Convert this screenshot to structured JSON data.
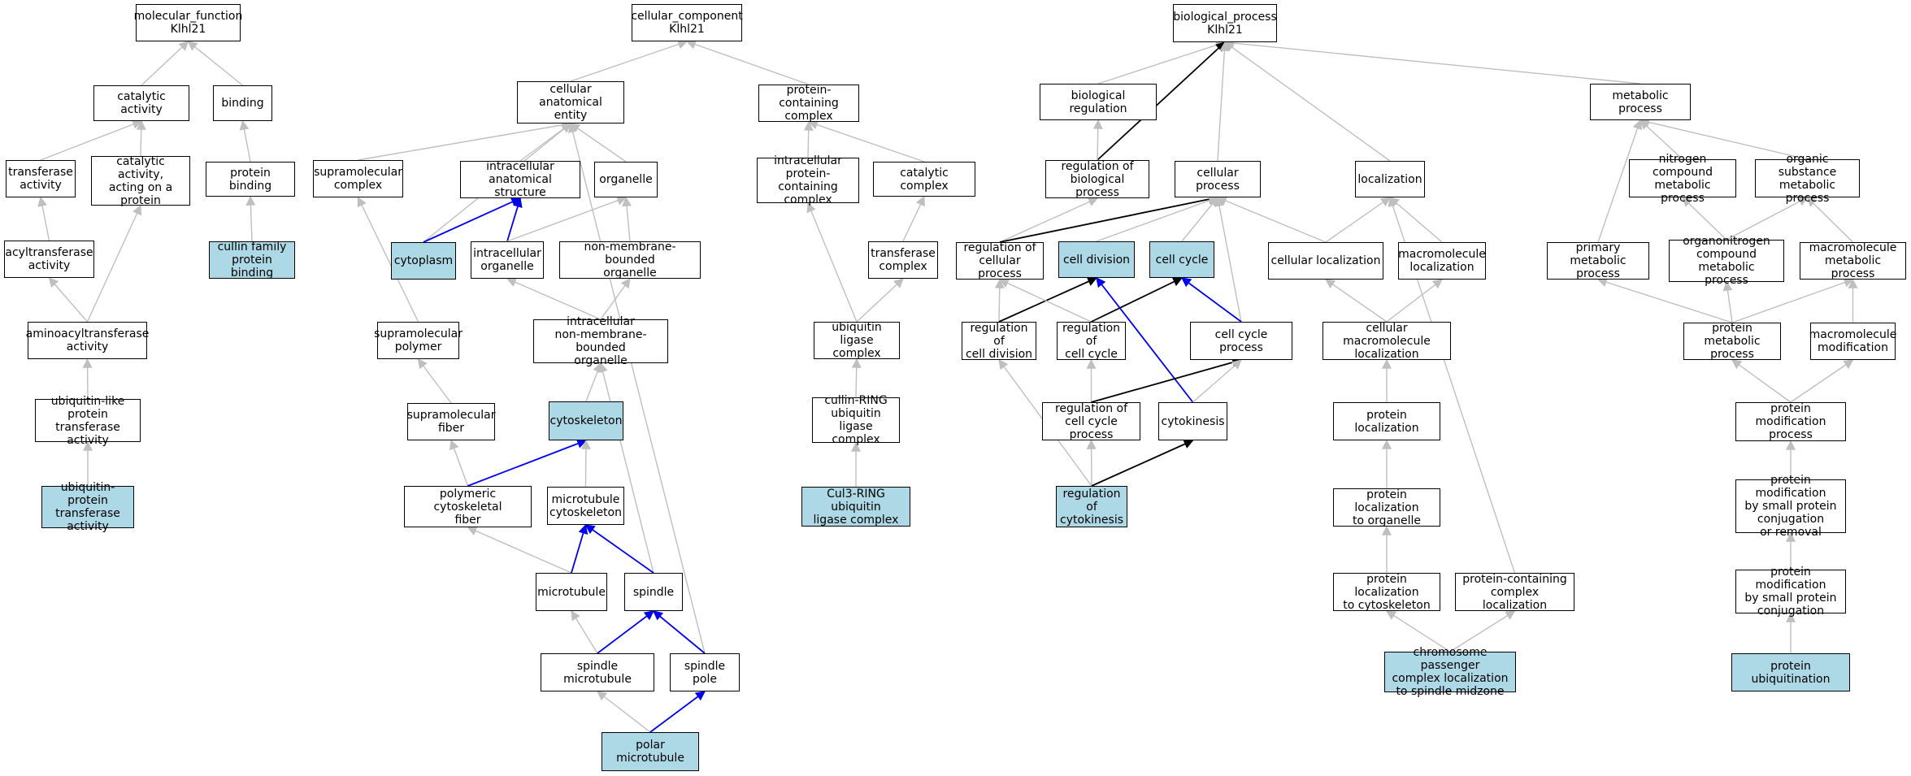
{
  "colors": {
    "highlight": "#add8e6",
    "edge_gray": "#bfbfbf",
    "edge_blue": "#0000ee",
    "edge_black": "#000000"
  },
  "nodes": {
    "mf_root": {
      "label": "molecular_function\nKlhl21",
      "hl": false
    },
    "catalytic": {
      "label": "catalytic activity",
      "hl": false
    },
    "binding": {
      "label": "binding",
      "hl": false
    },
    "transferase": {
      "label": "transferase\nactivity",
      "hl": false
    },
    "cat_protein": {
      "label": "catalytic activity,\nacting on a\nprotein",
      "hl": false
    },
    "protein_binding": {
      "label": "protein binding",
      "hl": false
    },
    "acyltransferase": {
      "label": "acyltransferase\nactivity",
      "hl": false
    },
    "cullin_binding": {
      "label": "cullin family\nprotein binding",
      "hl": true
    },
    "aminoacyl": {
      "label": "aminoacyltransferase\nactivity",
      "hl": false
    },
    "ubl_transferase": {
      "label": "ubiquitin-like\nprotein transferase\nactivity",
      "hl": false
    },
    "ub_transferase": {
      "label": "ubiquitin-protein\ntransferase\nactivity",
      "hl": true
    },
    "cc_root": {
      "label": "cellular_component\nKlhl21",
      "hl": false
    },
    "anat_entity": {
      "label": "cellular anatomical\nentity",
      "hl": false
    },
    "prot_complex": {
      "label": "protein-containing\ncomplex",
      "hl": false
    },
    "supramol_complex": {
      "label": "supramolecular\ncomplex",
      "hl": false
    },
    "intra_anat": {
      "label": "intracellular\nanatomical structure",
      "hl": false
    },
    "organelle": {
      "label": "organelle",
      "hl": false
    },
    "intra_prot_complex": {
      "label": "intracellular\nprotein-containing\ncomplex",
      "hl": false
    },
    "catalytic_complex": {
      "label": "catalytic complex",
      "hl": false
    },
    "cytoplasm": {
      "label": "cytoplasm",
      "hl": true
    },
    "intra_organelle": {
      "label": "intracellular\norganelle",
      "hl": false
    },
    "nmb_organelle": {
      "label": "non-membrane-bounded\norganelle",
      "hl": false
    },
    "transferase_complex": {
      "label": "transferase\ncomplex",
      "hl": false
    },
    "supramol_polymer": {
      "label": "supramolecular\npolymer",
      "hl": false
    },
    "intra_nmb_organelle": {
      "label": "intracellular\nnon-membrane-bounded\norganelle",
      "hl": false
    },
    "ub_ligase_complex": {
      "label": "ubiquitin ligase\ncomplex",
      "hl": false
    },
    "supramol_fiber": {
      "label": "supramolecular\nfiber",
      "hl": false
    },
    "cytoskeleton": {
      "label": "cytoskeleton",
      "hl": true
    },
    "crl_complex": {
      "label": "cullin-RING\nubiquitin ligase\ncomplex",
      "hl": false
    },
    "poly_cyto_fiber": {
      "label": "polymeric cytoskeletal\nfiber",
      "hl": false
    },
    "mt_cytoskeleton": {
      "label": "microtubule\ncytoskeleton",
      "hl": false
    },
    "cul3_complex": {
      "label": "Cul3-RING ubiquitin\nligase complex",
      "hl": true
    },
    "microtubule": {
      "label": "microtubule",
      "hl": false
    },
    "spindle": {
      "label": "spindle",
      "hl": false
    },
    "spindle_mt": {
      "label": "spindle microtubule",
      "hl": false
    },
    "spindle_pole": {
      "label": "spindle pole",
      "hl": false
    },
    "polar_mt": {
      "label": "polar microtubule",
      "hl": true
    },
    "bp_root": {
      "label": "biological_process\nKlhl21",
      "hl": false
    },
    "bio_reg": {
      "label": "biological regulation",
      "hl": false
    },
    "metabolic": {
      "label": "metabolic process",
      "hl": false
    },
    "reg_bio_process": {
      "label": "regulation of\nbiological process",
      "hl": false
    },
    "cellular_process": {
      "label": "cellular process",
      "hl": false
    },
    "localization": {
      "label": "localization",
      "hl": false
    },
    "n_compound_met": {
      "label": "nitrogen compound\nmetabolic process",
      "hl": false
    },
    "organic_met": {
      "label": "organic substance\nmetabolic process",
      "hl": false
    },
    "reg_cellular_process": {
      "label": "regulation of\ncellular process",
      "hl": false
    },
    "cell_division": {
      "label": "cell division",
      "hl": true
    },
    "cell_cycle": {
      "label": "cell cycle",
      "hl": true
    },
    "cell_localization": {
      "label": "cellular localization",
      "hl": false
    },
    "macromol_localization": {
      "label": "macromolecule\nlocalization",
      "hl": false
    },
    "primary_met": {
      "label": "primary metabolic\nprocess",
      "hl": false
    },
    "organonitrogen_met": {
      "label": "organonitrogen\ncompound metabolic\nprocess",
      "hl": false
    },
    "macromol_met": {
      "label": "macromolecule\nmetabolic process",
      "hl": false
    },
    "reg_cell_division": {
      "label": "regulation of\ncell division",
      "hl": false
    },
    "reg_cell_cycle": {
      "label": "regulation of\ncell cycle",
      "hl": false
    },
    "cell_cycle_process": {
      "label": "cell cycle process",
      "hl": false
    },
    "cell_macromol_loc": {
      "label": "cellular macromolecule\nlocalization",
      "hl": false
    },
    "protein_met": {
      "label": "protein metabolic\nprocess",
      "hl": false
    },
    "macromol_mod": {
      "label": "macromolecule\nmodification",
      "hl": false
    },
    "reg_cc_process": {
      "label": "regulation of\ncell cycle process",
      "hl": false
    },
    "cytokinesis": {
      "label": "cytokinesis",
      "hl": false
    },
    "protein_localization": {
      "label": "protein localization",
      "hl": false
    },
    "protein_mod": {
      "label": "protein modification\nprocess",
      "hl": false
    },
    "reg_cytokinesis": {
      "label": "regulation of\ncytokinesis",
      "hl": true
    },
    "prot_loc_organelle": {
      "label": "protein localization\nto organelle",
      "hl": false
    },
    "prot_mod_small_or": {
      "label": "protein modification\nby small protein\nconjugation\nor removal",
      "hl": false
    },
    "prot_loc_cytoskel": {
      "label": "protein localization\nto cytoskeleton",
      "hl": false
    },
    "prot_complex_loc": {
      "label": "protein-containing\ncomplex localization",
      "hl": false
    },
    "prot_mod_small": {
      "label": "protein modification\nby small protein\nconjugation",
      "hl": false
    },
    "cpc_localization": {
      "label": "chromosome passenger\ncomplex localization\nto spindle midzone",
      "hl": true
    },
    "prot_ubiquitination": {
      "label": "protein ubiquitination",
      "hl": true
    }
  },
  "edges": [
    [
      "catalytic",
      "mf_root",
      "gray"
    ],
    [
      "binding",
      "mf_root",
      "gray"
    ],
    [
      "transferase",
      "catalytic",
      "gray"
    ],
    [
      "cat_protein",
      "catalytic",
      "gray"
    ],
    [
      "protein_binding",
      "binding",
      "gray"
    ],
    [
      "acyltransferase",
      "transferase",
      "gray"
    ],
    [
      "cullin_binding",
      "protein_binding",
      "gray"
    ],
    [
      "aminoacyl",
      "acyltransferase",
      "gray"
    ],
    [
      "aminoacyl",
      "cat_protein",
      "gray"
    ],
    [
      "ubl_transferase",
      "aminoacyl",
      "gray"
    ],
    [
      "ub_transferase",
      "ubl_transferase",
      "gray"
    ],
    [
      "anat_entity",
      "cc_root",
      "gray"
    ],
    [
      "prot_complex",
      "cc_root",
      "gray"
    ],
    [
      "supramol_complex",
      "anat_entity",
      "gray"
    ],
    [
      "intra_anat",
      "anat_entity",
      "gray"
    ],
    [
      "organelle",
      "anat_entity",
      "gray"
    ],
    [
      "cytoplasm",
      "anat_entity",
      "gray"
    ],
    [
      "spindle_pole",
      "anat_entity",
      "gray"
    ],
    [
      "intra_prot_complex",
      "prot_complex",
      "gray"
    ],
    [
      "catalytic_complex",
      "prot_complex",
      "gray"
    ],
    [
      "cytoplasm",
      "intra_anat",
      "blue"
    ],
    [
      "intra_organelle",
      "intra_anat",
      "blue"
    ],
    [
      "intra_organelle",
      "organelle",
      "gray"
    ],
    [
      "nmb_organelle",
      "organelle",
      "gray"
    ],
    [
      "transferase_complex",
      "catalytic_complex",
      "gray"
    ],
    [
      "supramol_polymer",
      "supramol_complex",
      "gray"
    ],
    [
      "intra_nmb_organelle",
      "intra_organelle",
      "gray"
    ],
    [
      "intra_nmb_organelle",
      "nmb_organelle",
      "gray"
    ],
    [
      "ub_ligase_complex",
      "intra_prot_complex",
      "gray"
    ],
    [
      "ub_ligase_complex",
      "transferase_complex",
      "gray"
    ],
    [
      "supramol_fiber",
      "supramol_polymer",
      "gray"
    ],
    [
      "cytoskeleton",
      "intra_nmb_organelle",
      "gray"
    ],
    [
      "spindle",
      "intra_nmb_organelle",
      "gray"
    ],
    [
      "crl_complex",
      "ub_ligase_complex",
      "gray"
    ],
    [
      "poly_cyto_fiber",
      "supramol_fiber",
      "gray"
    ],
    [
      "poly_cyto_fiber",
      "cytoskeleton",
      "blue"
    ],
    [
      "mt_cytoskeleton",
      "cytoskeleton",
      "gray"
    ],
    [
      "cul3_complex",
      "crl_complex",
      "gray"
    ],
    [
      "microtubule",
      "poly_cyto_fiber",
      "gray"
    ],
    [
      "microtubule",
      "mt_cytoskeleton",
      "blue"
    ],
    [
      "spindle",
      "mt_cytoskeleton",
      "blue"
    ],
    [
      "spindle_mt",
      "microtubule",
      "gray"
    ],
    [
      "spindle_mt",
      "spindle",
      "blue"
    ],
    [
      "spindle_pole",
      "spindle",
      "blue"
    ],
    [
      "polar_mt",
      "spindle_mt",
      "gray"
    ],
    [
      "polar_mt",
      "spindle_pole",
      "blue"
    ],
    [
      "bio_reg",
      "bp_root",
      "gray"
    ],
    [
      "reg_bio_process",
      "bp_root",
      "black"
    ],
    [
      "cellular_process",
      "bp_root",
      "gray"
    ],
    [
      "localization",
      "bp_root",
      "gray"
    ],
    [
      "metabolic",
      "bp_root",
      "gray"
    ],
    [
      "reg_bio_process",
      "bio_reg",
      "gray"
    ],
    [
      "reg_cellular_process",
      "reg_bio_process",
      "gray"
    ],
    [
      "reg_cellular_process",
      "cellular_process",
      "black"
    ],
    [
      "cell_division",
      "cellular_process",
      "gray"
    ],
    [
      "cell_cycle",
      "cellular_process",
      "gray"
    ],
    [
      "cell_cycle_process",
      "cellular_process",
      "gray"
    ],
    [
      "cell_localization",
      "cellular_process",
      "gray"
    ],
    [
      "cell_localization",
      "localization",
      "gray"
    ],
    [
      "macromol_localization",
      "localization",
      "gray"
    ],
    [
      "prot_complex_loc",
      "localization",
      "gray"
    ],
    [
      "n_compound_met",
      "metabolic",
      "gray"
    ],
    [
      "organic_met",
      "metabolic",
      "gray"
    ],
    [
      "primary_met",
      "metabolic",
      "gray"
    ],
    [
      "organonitrogen_met",
      "n_compound_met",
      "gray"
    ],
    [
      "organonitrogen_met",
      "organic_met",
      "gray"
    ],
    [
      "macromol_met",
      "organic_met",
      "gray"
    ],
    [
      "reg_cell_division",
      "reg_cellular_process",
      "gray"
    ],
    [
      "reg_cell_division",
      "cell_division",
      "black"
    ],
    [
      "reg_cell_cycle",
      "reg_cellular_process",
      "gray"
    ],
    [
      "reg_cell_cycle",
      "cell_cycle",
      "black"
    ],
    [
      "cell_cycle_process",
      "cell_cycle",
      "blue"
    ],
    [
      "cytokinesis",
      "cell_division",
      "blue"
    ],
    [
      "cell_macromol_loc",
      "cell_localization",
      "gray"
    ],
    [
      "cell_macromol_loc",
      "macromol_localization",
      "gray"
    ],
    [
      "protein_met",
      "primary_met",
      "gray"
    ],
    [
      "protein_met",
      "organonitrogen_met",
      "gray"
    ],
    [
      "protein_met",
      "macromol_met",
      "gray"
    ],
    [
      "macromol_mod",
      "macromol_met",
      "gray"
    ],
    [
      "reg_cc_process",
      "reg_cell_cycle",
      "gray"
    ],
    [
      "reg_cc_process",
      "cell_cycle_process",
      "black"
    ],
    [
      "cytokinesis",
      "cell_cycle_process",
      "gray"
    ],
    [
      "protein_localization",
      "cell_macromol_loc",
      "gray"
    ],
    [
      "protein_mod",
      "protein_met",
      "gray"
    ],
    [
      "protein_mod",
      "macromol_mod",
      "gray"
    ],
    [
      "reg_cytokinesis",
      "reg_cell_division",
      "gray"
    ],
    [
      "reg_cytokinesis",
      "reg_cc_process",
      "gray"
    ],
    [
      "reg_cytokinesis",
      "cytokinesis",
      "black"
    ],
    [
      "prot_loc_organelle",
      "protein_localization",
      "gray"
    ],
    [
      "prot_mod_small_or",
      "protein_mod",
      "gray"
    ],
    [
      "prot_loc_cytoskel",
      "prot_loc_organelle",
      "gray"
    ],
    [
      "prot_mod_small",
      "prot_mod_small_or",
      "gray"
    ],
    [
      "cpc_localization",
      "prot_loc_cytoskel",
      "gray"
    ],
    [
      "cpc_localization",
      "prot_complex_loc",
      "gray"
    ],
    [
      "prot_ubiquitination",
      "prot_mod_small",
      "gray"
    ]
  ]
}
